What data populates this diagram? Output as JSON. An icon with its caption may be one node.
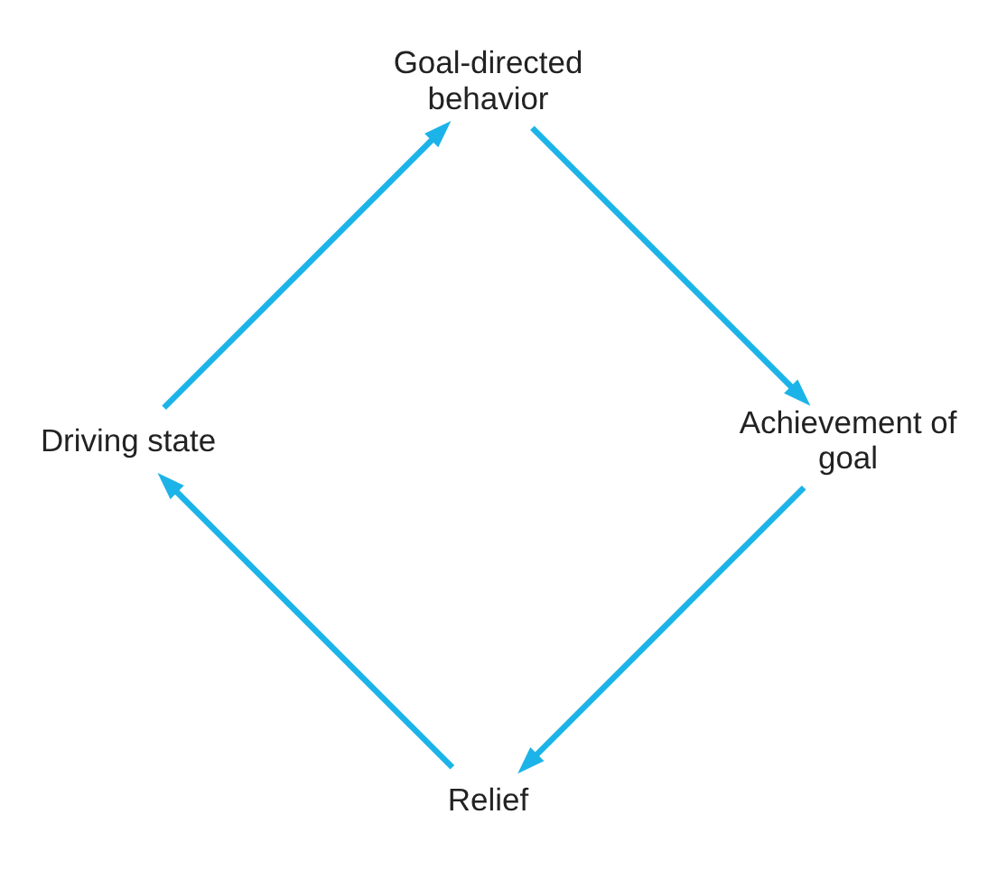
{
  "diagram": {
    "nodes": [
      {
        "text": [
          "Relief"
        ]
      },
      {
        "text": [
          "Driving state"
        ]
      },
      {
        "text": [
          "Goal-directed behavior"
        ]
      },
      {
        "text": [
          "Achievement of goal"
        ]
      }
    ],
    "edges": [
      {
        "from": 0,
        "to": 1,
        "arrow": "to"
      },
      {
        "from": 1,
        "to": 2,
        "arrow": "to"
      },
      {
        "from": 2,
        "to": 3,
        "arrow": "to"
      },
      {
        "from": 3,
        "to": 0,
        "arrow": "to"
      }
    ]
  }
}
